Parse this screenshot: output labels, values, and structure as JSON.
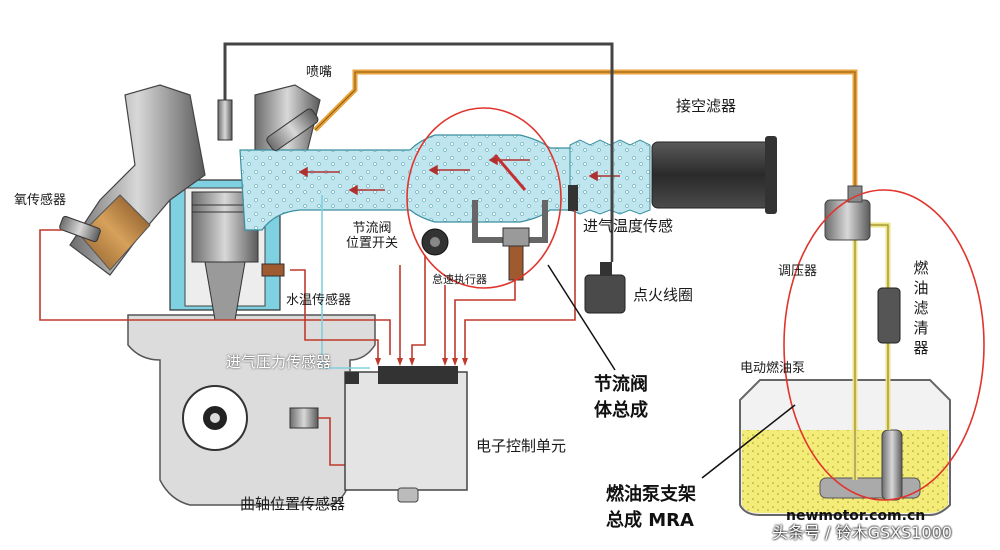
{
  "labels": {
    "injector": "喷嘴",
    "air_filter": "接空滤器",
    "oxygen_sensor": "氧传感器",
    "throttle_position_switch": "节流阀\n位置开关",
    "idle_actuator": "怠速执行器",
    "intake_temp_sensor": "进气温度传感",
    "ignition_coil": "点火线圈",
    "coolant_temp_sensor": "水温传感器",
    "pressure_regulator": "调压器",
    "fuel_filter": "燃油滤清器",
    "intake_pressure_sensor": "进气压力传感器",
    "throttle_body_assembly": "节流阀\n体总成",
    "electric_fuel_pump": "电动燃油泵",
    "ecu": "电子控制单元",
    "crank_position_sensor": "曲轴位置传感器",
    "fuel_pump_bracket_assembly": "燃油泵支架\n总成 MRA"
  },
  "watermark": {
    "site": "newmotor.com.cn",
    "author": "头条号 / 铃木GSXS1000"
  },
  "colors": {
    "air_flow": "#bfe6ee",
    "coolant": "#7fd0e0",
    "fuel_line": "#e8a33c",
    "fuel_tank": "#f4ec78",
    "signal_wire": "#c0392b",
    "highlight_ellipse": "#e0342c"
  }
}
